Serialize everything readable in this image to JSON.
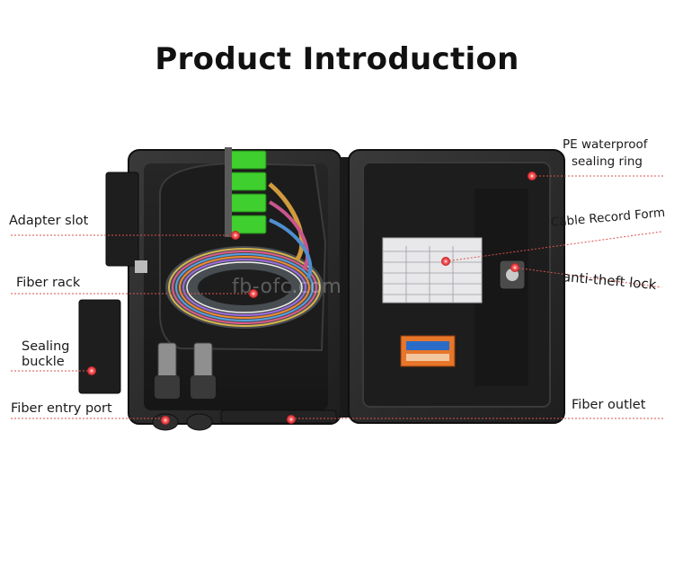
{
  "title": "Product Introduction",
  "watermark": "fb-ofc.com",
  "labels": {
    "adapter_slot": "Adapter slot",
    "fiber_rack": "Fiber rack",
    "sealing_buckle_line1": "Sealing",
    "sealing_buckle_line2": "buckle",
    "fiber_entry_port": "Fiber entry port",
    "pe_waterproof_line1": "PE waterproof",
    "pe_waterproof_line2": "sealing ring",
    "cable_record_form": "Cable Record Form",
    "anti_theft_lock": "anti-theft lock",
    "fiber_outlet": "Fiber outlet"
  },
  "colors": {
    "box_body": "#2b2b2b",
    "adapter_green": "#3fcf2e",
    "marker_red": "#d8262b",
    "leader_line": "#d9534f",
    "danger_orange": "#e8762a"
  }
}
